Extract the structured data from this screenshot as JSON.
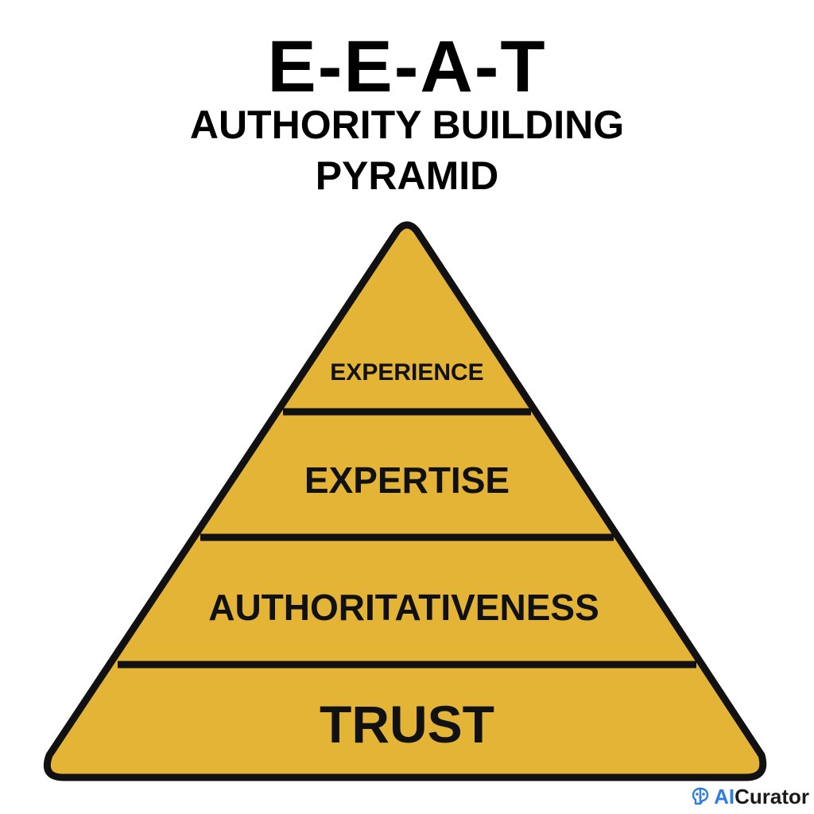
{
  "title": {
    "main": "E-E-A-T",
    "line2": "AUTHORITY BUILDING",
    "line3": "PYRAMID"
  },
  "pyramid": {
    "fill_color": "#e4b437",
    "outline_color": "#111111",
    "tiers": [
      {
        "label": "EXPERIENCE"
      },
      {
        "label": "EXPERTISE"
      },
      {
        "label": "AUTHORITATIVENESS"
      },
      {
        "label": "TRUST"
      }
    ]
  },
  "logo": {
    "icon": "brain-circuit-icon",
    "text_ai": "AI",
    "text_rest": "Curator",
    "ai_color": "#2e7de0"
  }
}
